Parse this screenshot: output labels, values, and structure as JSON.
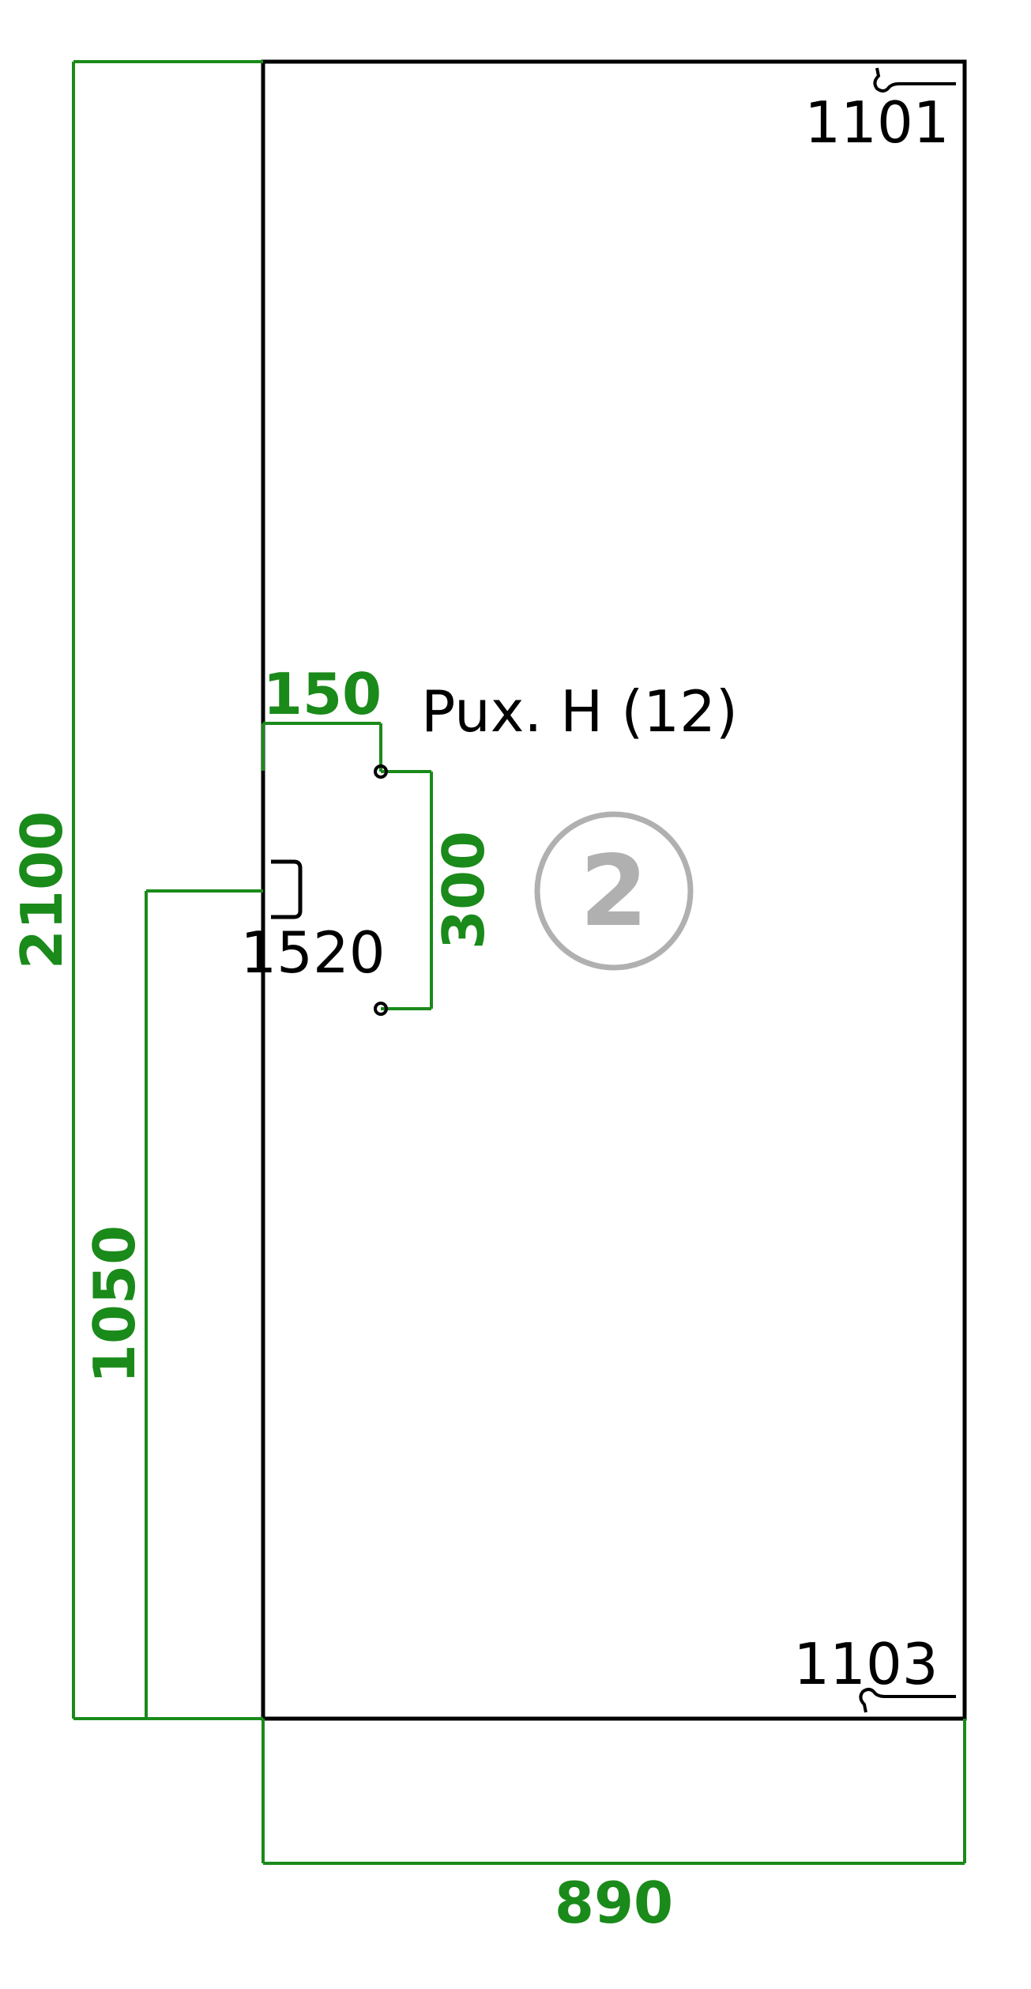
{
  "panel": {
    "edge_codes": {
      "top": "1101",
      "bottom": "1103",
      "left_feature": "1520"
    },
    "hardware_label": "Pux. H (12)",
    "part_number": "2"
  },
  "dimensions": {
    "height": "2100",
    "handle_height": "1050",
    "width": "890",
    "handle_offset": "150",
    "handle_length": "300"
  },
  "colors": {
    "outline": "#000000",
    "dimension": "#1a8a1a",
    "marker": "#b0b0b0"
  }
}
